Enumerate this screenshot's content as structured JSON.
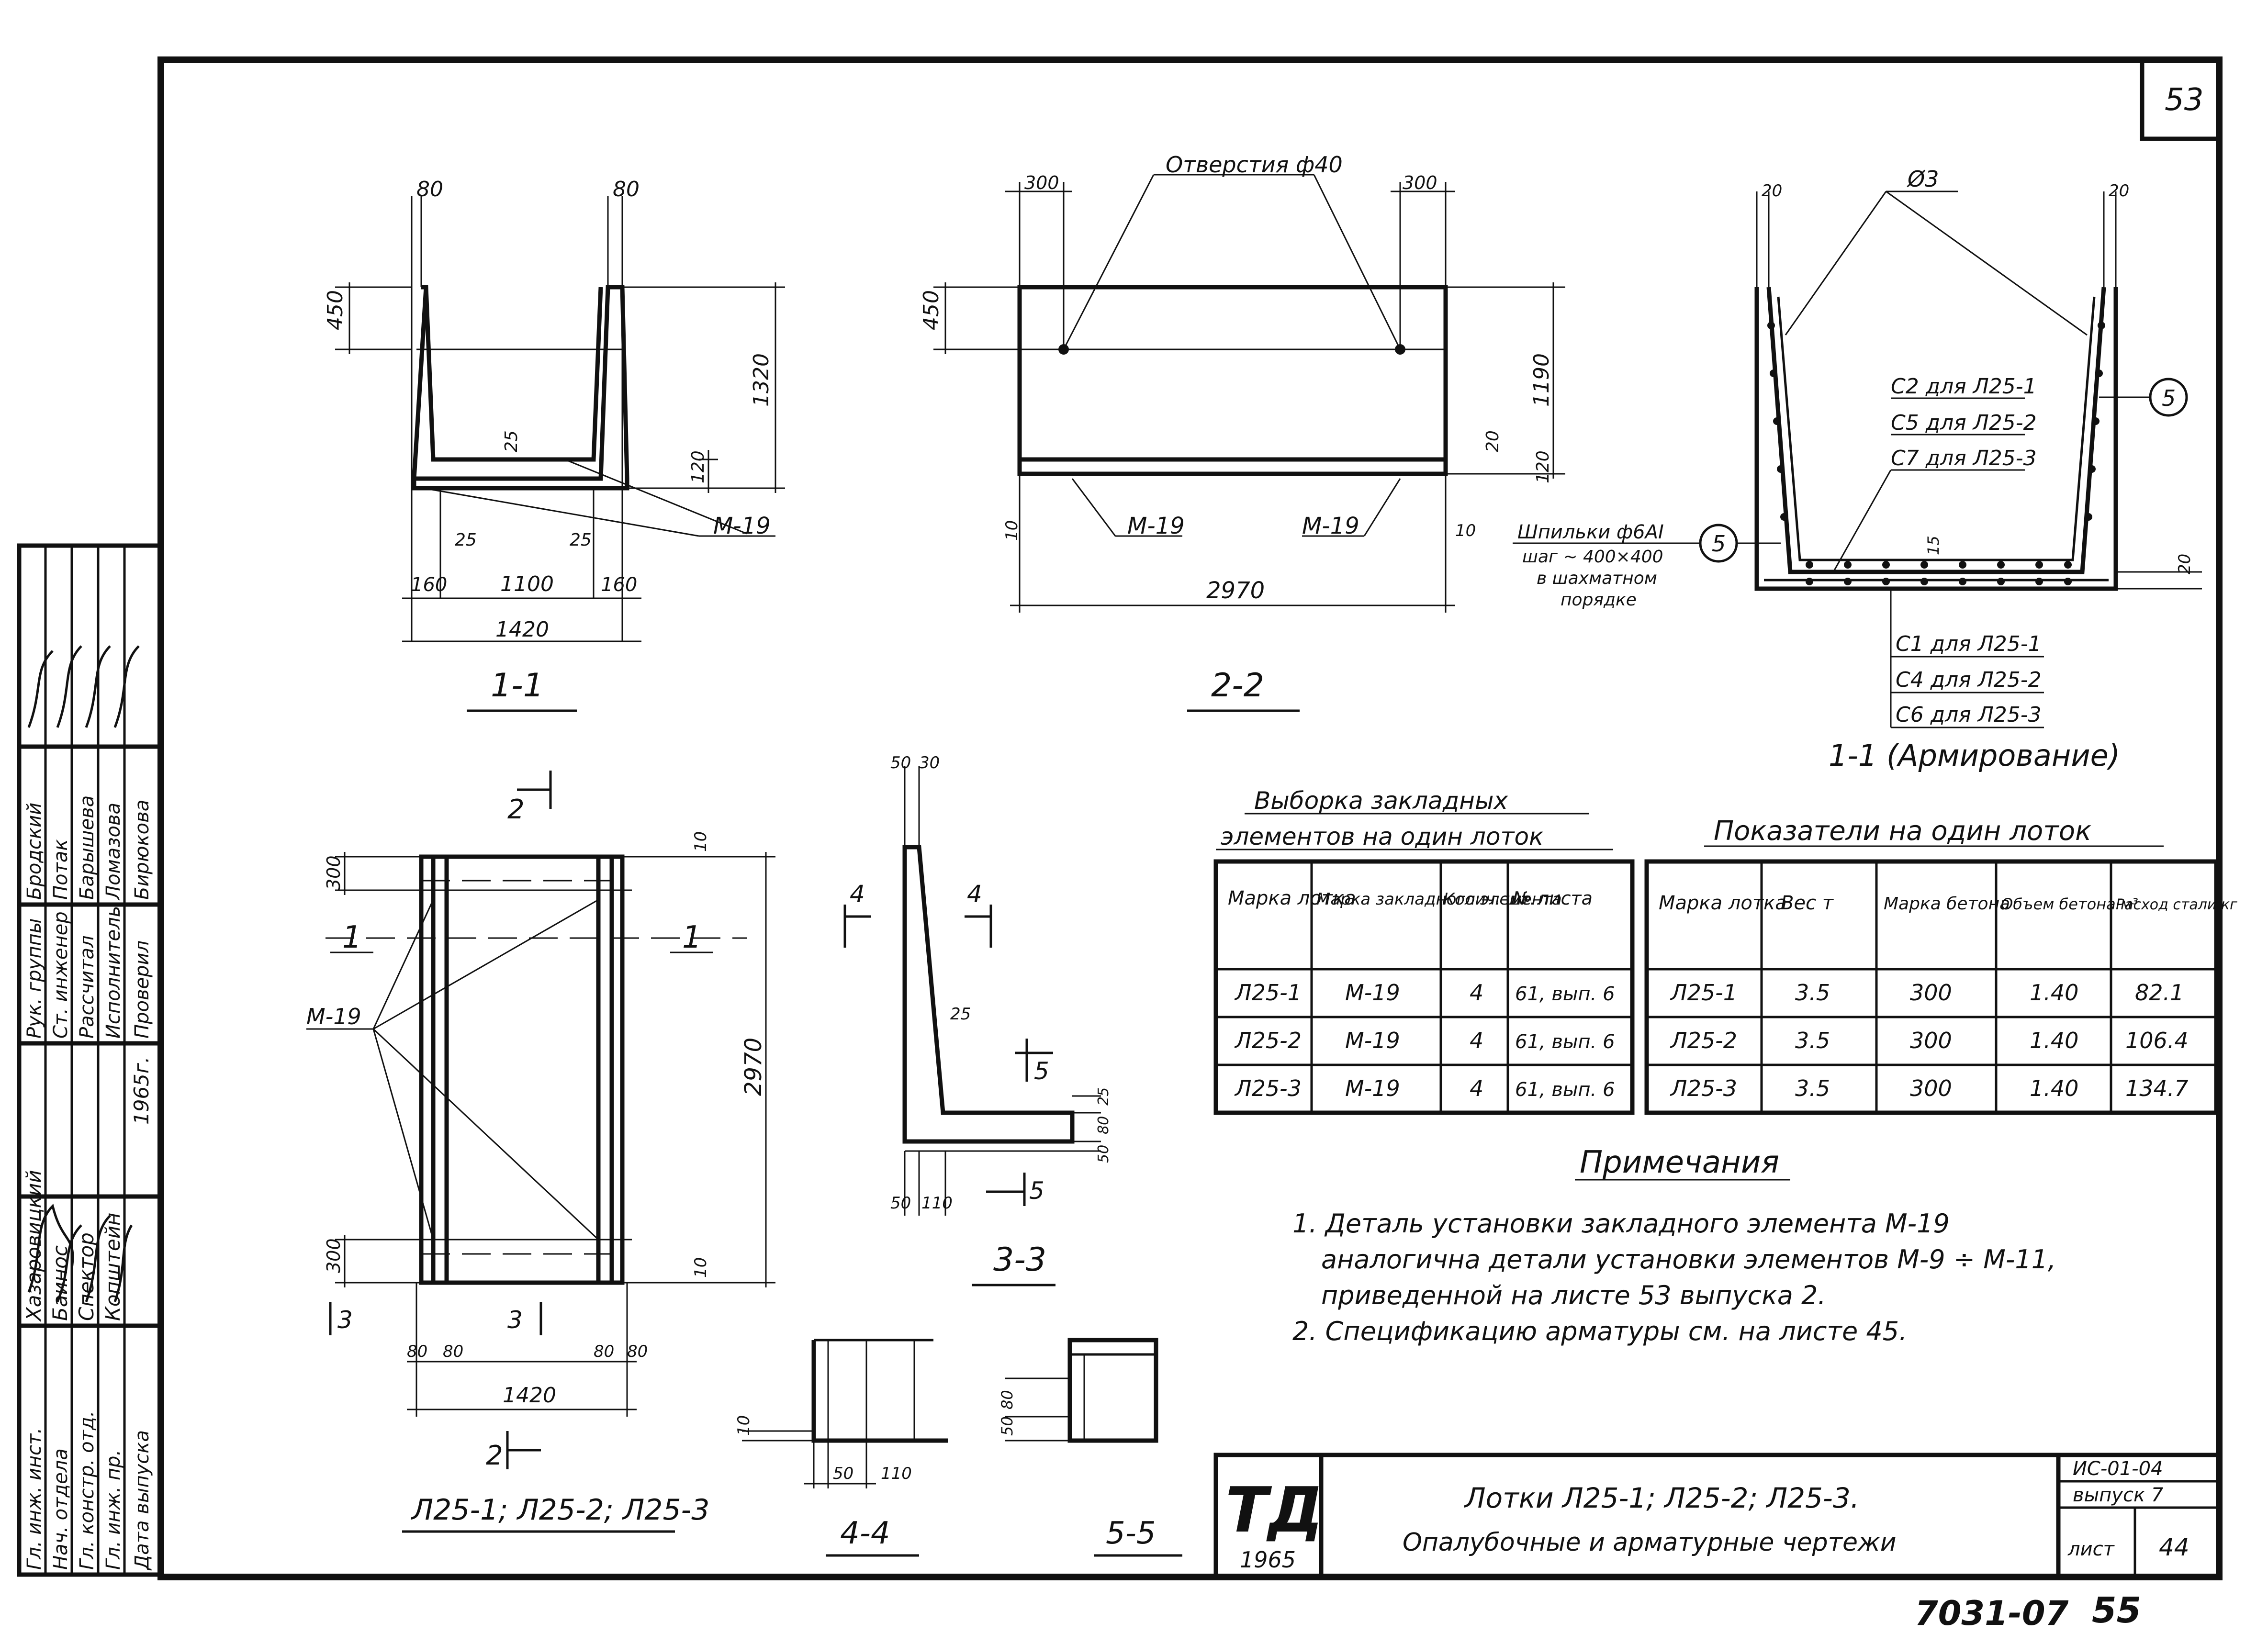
{
  "sheet": {
    "corner_number": "53",
    "stamp_code": "7031-07",
    "stamp_page": "55"
  },
  "section_1_1": {
    "label": "1-1",
    "dims": {
      "top_left": "80",
      "top_right": "80",
      "wall_h": "450",
      "total_h": "1320",
      "floor_t": "25",
      "floor_h": "120",
      "corner_l": "25",
      "corner_r": "25",
      "inner_w": "1100",
      "side_l": "160",
      "side_r": "160",
      "total_w": "1420"
    },
    "embed_label": "М-19"
  },
  "section_2_2": {
    "label": "2-2",
    "hole_label": "Отверстия ф40",
    "dims": {
      "left_off": "300",
      "right_off": "300",
      "wall_h": "450",
      "h1": "1190",
      "bottom_20": "20",
      "bottom_120": "120",
      "end_l": "10",
      "end_r": "10",
      "length": "2970"
    },
    "embed_left": "М-19",
    "embed_right": "М-19"
  },
  "section_reinf": {
    "label": "1-1 (Армирование)",
    "dim_tl": "20",
    "dim_tr": "20",
    "dim_top": "Ø3",
    "dim_15": "15",
    "dim_20": "20",
    "callout_5": "5",
    "wall_frames": [
      "С2 для Л25-1",
      "С5 для Л25-2",
      "С7 для Л25-3"
    ],
    "bottom_frames": [
      "С1 для Л25-1",
      "С4 для Л25-2",
      "С6 для Л25-3"
    ],
    "pin_note": [
      "Шпильки ф6АI",
      "шаг ~ 400×400",
      "в шахматном",
      "порядке"
    ]
  },
  "plan": {
    "label": "Л25-1; Л25-2; Л25-3",
    "cut_left": "1",
    "cut_right": "1",
    "cut_top": "2",
    "cut_bottom": "2",
    "cut_3": "3",
    "cut_3b": "3",
    "embed_label": "М-19",
    "dims": {
      "top": "300",
      "bottom": "300",
      "length": "2970",
      "w": "1420",
      "e1": "10",
      "e2": "10",
      "b1": "80",
      "b2": "80",
      "b3": "80",
      "b4": "80"
    }
  },
  "section_3_3": {
    "label": "3-3",
    "dims": {
      "top_50": "50",
      "top_30": "30",
      "d25": "25",
      "r25": "25",
      "r80": "80",
      "r50": "50",
      "b50": "50",
      "b110": "110"
    },
    "cut4": "4",
    "cut4b": "4",
    "cut5": "5",
    "cut5b": "5"
  },
  "section_4_4": {
    "label": "4-4",
    "dims": {
      "h": "10",
      "w50": "50",
      "w110": "110"
    }
  },
  "section_5_5": {
    "label": "5-5",
    "dims": {
      "h80": "80",
      "h50": "50"
    }
  },
  "embeds_table": {
    "title_1": "Выборка закладных",
    "title_2": "элементов на один лоток",
    "headers": [
      "Марка лотка",
      "Марка закладного элемента",
      "Колич. шт.",
      "№ листа"
    ],
    "rows": [
      [
        "Л25-1",
        "М-19",
        "4",
        "61, вып. 6"
      ],
      [
        "Л25-2",
        "М-19",
        "4",
        "61, вып. 6"
      ],
      [
        "Л25-3",
        "М-19",
        "4",
        "61, вып. 6"
      ]
    ]
  },
  "indicators_table": {
    "title": "Показатели на один лоток",
    "headers": [
      "Марка лотка",
      "Вес т",
      "Марка бетона",
      "Объем бетона м³",
      "Расход стали кг"
    ],
    "rows": [
      [
        "Л25-1",
        "3.5",
        "300",
        "1.40",
        "82.1"
      ],
      [
        "Л25-2",
        "3.5",
        "300",
        "1.40",
        "106.4"
      ],
      [
        "Л25-3",
        "3.5",
        "300",
        "1.40",
        "134.7"
      ]
    ]
  },
  "notes": {
    "title": "Примечания",
    "lines": [
      "1. Деталь установки закладного элемента М-19",
      "аналогична детали установки элементов М-9 ÷ М-11,",
      "приведенной на листе 53 выпуска 2.",
      "2. Спецификацию арматуры см. на листе 45."
    ]
  },
  "title_block": {
    "logo": "ТД",
    "year": "1965",
    "title_1": "Лотки Л25-1; Л25-2; Л25-3.",
    "title_2": "Опалубочные и арматурные чертежи",
    "code": "ИС-01-04",
    "issue": "выпуск 7",
    "sheet_label": "лист",
    "sheet_no": "44"
  },
  "side_stamp": {
    "roles": [
      "Гл. инж. инст.",
      "Нач. отдела",
      "Гл. констр. отд.",
      "Гл. инж. пр.",
      "Дата выпуска",
      "Рук. группы",
      "Ст. инженер",
      "Рассчитал",
      "Исполнитель",
      "Проверил"
    ],
    "names": [
      "Хазаровицкий",
      "Баинос",
      "Спектор",
      "Копштейн",
      "1965г.",
      "Бродский",
      "Потак",
      "Барышева",
      "Ломазова",
      "Бирюкова"
    ]
  }
}
